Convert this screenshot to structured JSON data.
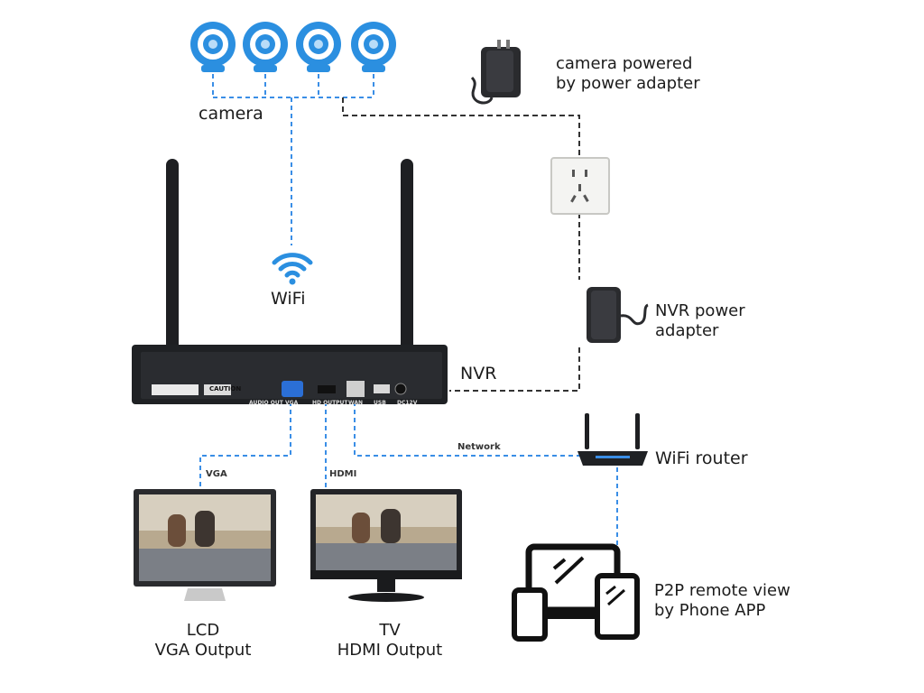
{
  "labels": {
    "camera": "camera",
    "camera_power_line1": "camera powered",
    "camera_power_line2": "by power  adapter",
    "wifi": "WiFi",
    "nvr": "NVR",
    "nvr_power_line1": "NVR power",
    "nvr_power_line2": "adapter",
    "wifi_router": "WiFi router",
    "network": "Network",
    "vga": "VGA",
    "hdmi": "HDMI",
    "lcd_line1": "LCD",
    "lcd_line2": "VGA Output",
    "tv_line1": "TV",
    "tv_line2": "HDMI Output",
    "p2p_line1": "P2P remote view",
    "p2p_line2": "by Phone APP"
  },
  "nvr_ports": {
    "caution": "CAUTION",
    "audio_out": "AUDIO OUT",
    "vga": "VGA",
    "hd_output": "HD OUTPUT",
    "wan": "WAN",
    "usb": "USB",
    "dc": "DC12V"
  },
  "colors": {
    "camera_blue": "#2b8fe0",
    "wifi_line": "#3a8ee6",
    "power_line": "#333333",
    "device_dark": "#1f2124"
  },
  "icons": [
    "camera-icon",
    "wifi-icon",
    "power-adapter-icon",
    "wall-socket-icon",
    "nvr-icon",
    "router-icon",
    "monitor-icon",
    "tv-icon",
    "devices-icon"
  ]
}
